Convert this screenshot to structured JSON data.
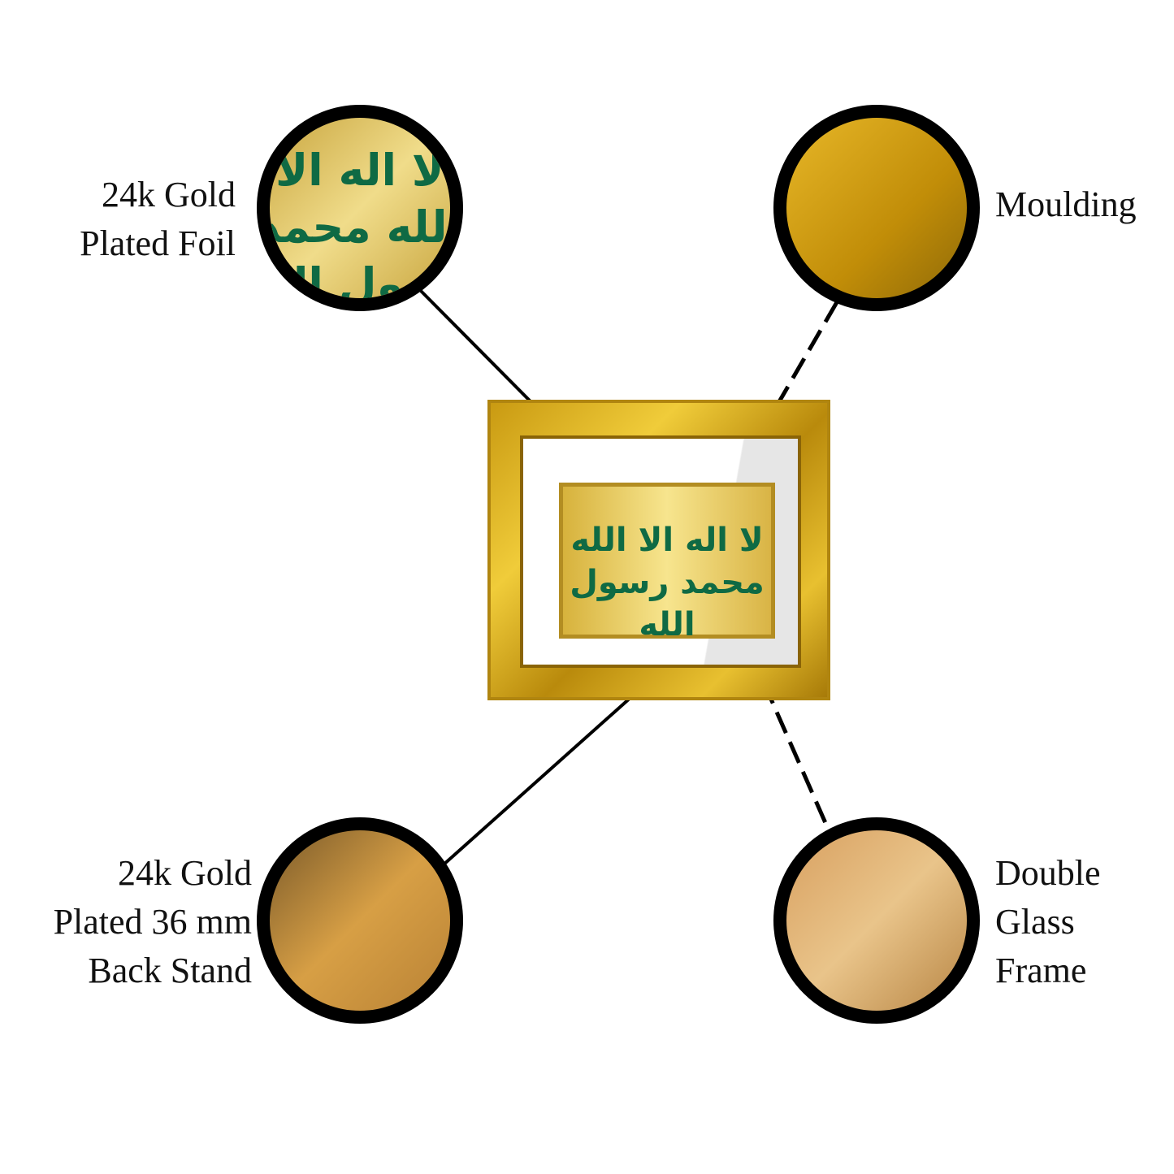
{
  "features": {
    "foil": {
      "lines": [
        "24k Gold",
        "Plated Foil"
      ]
    },
    "moulding": {
      "lines": [
        "Moulding"
      ]
    },
    "stand": {
      "lines": [
        "24k Gold",
        "Plated 36 mm",
        "Back Stand"
      ]
    },
    "glass": {
      "lines": [
        "Double",
        "Glass",
        "Frame"
      ]
    }
  },
  "plaque": {
    "calligraphy": "لا اله الا الله محمد رسول الله",
    "text_color": "#0f6a44"
  }
}
